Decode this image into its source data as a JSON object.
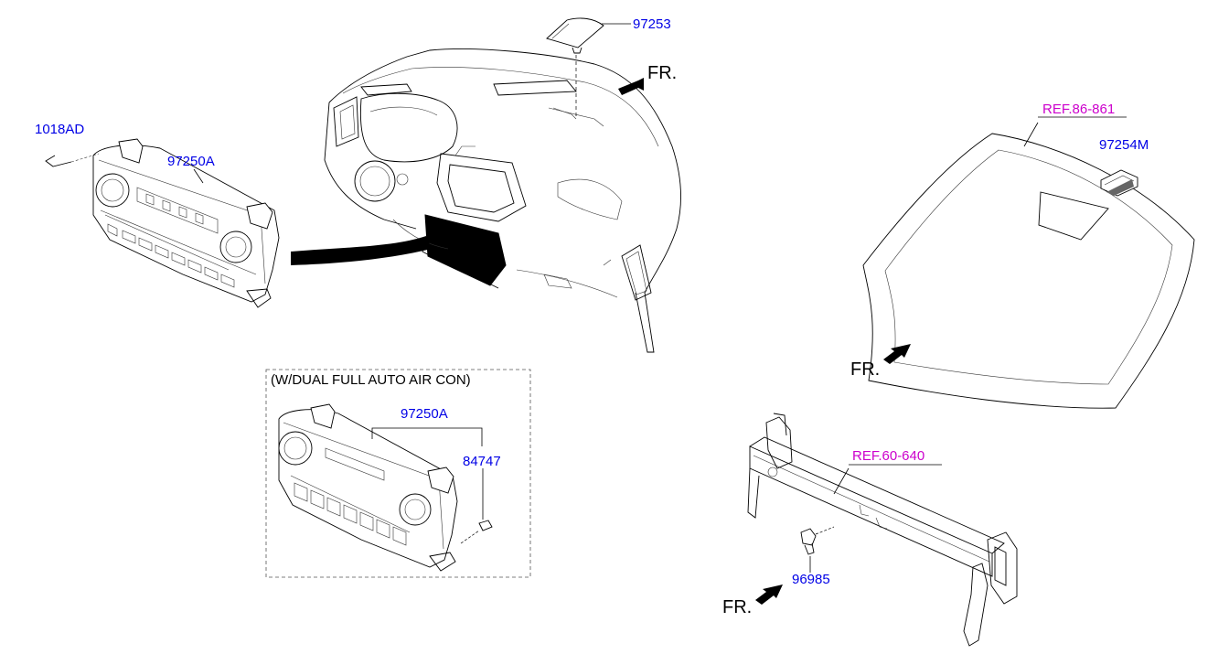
{
  "colors": {
    "part_number": "#0000e6",
    "reference": "#cc00cc",
    "lines": "#000000"
  },
  "labels": {
    "p1018ad": "1018AD",
    "p97250a_top": "97250A",
    "p97253": "97253",
    "ref86": "REF.86-861",
    "p97254m": "97254M",
    "p97250a_dual": "97250A",
    "p84747": "84747",
    "ref60": "REF.60-640",
    "p96985": "96985"
  },
  "notes": {
    "dual_variant": "(W/DUAL FULL AUTO AIR CON)"
  },
  "direction": {
    "fr_dash": "FR.",
    "fr_windshield": "FR.",
    "fr_crossmember": "FR."
  }
}
